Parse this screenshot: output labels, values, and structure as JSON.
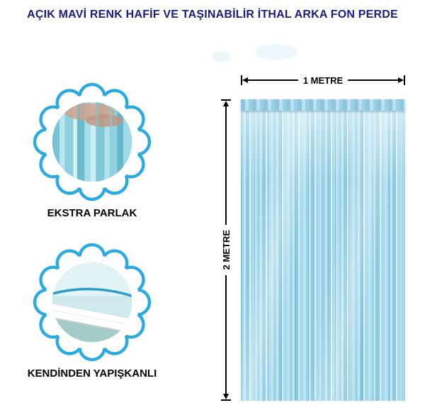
{
  "title": "AÇIK MAVİ RENK HAFİF VE TAŞINABİLİR İTHAL ARKA FON PERDE",
  "features": [
    {
      "label": "EKSTRA PARLAK",
      "photo": "shiny-foil-fringe-closeup-with-hand"
    },
    {
      "label": "KENDİNDEN YAPIŞKANLI",
      "photo": "self-adhesive-tape-closeup"
    }
  ],
  "dimensions": {
    "width": "1 METRE",
    "height": "2 METRE"
  },
  "colors": {
    "accent_blue": "#29ABE2",
    "title_blue": "#1B1D7E",
    "foil_light_blue": "#A9D9EC",
    "dimension_black": "#000000"
  }
}
